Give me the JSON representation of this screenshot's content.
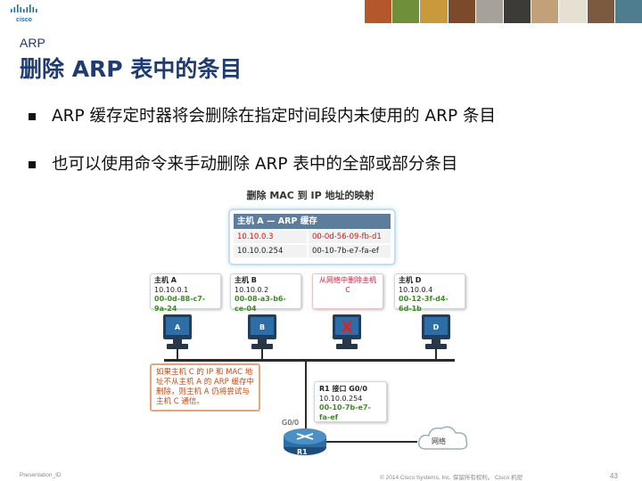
{
  "header": {
    "section_label": "ARP",
    "title": "删除 ARP 表中的条目",
    "photo_colors": [
      "#b4572a",
      "#6f8f3a",
      "#c99a3c",
      "#7a4a2a",
      "#a6a29a",
      "#3d3b38",
      "#c2a079",
      "#e6e0d2",
      "#7b5a40",
      "#4e7d8f"
    ]
  },
  "bullets": [
    "ARP 缓存定时器将会删除在指定时间段内未使用的 ARP 条目",
    "也可以使用命令来手动删除 ARP 表中的全部或部分条目"
  ],
  "diagram": {
    "title": "删除 MAC 到 IP 地址的映射",
    "cache": {
      "title": "主机 A — ARP 缓存",
      "rows": [
        {
          "ip": "10.10.0.3",
          "mac": "00-0d-56-09-fb-d1",
          "removed": true
        },
        {
          "ip": "10.10.0.254",
          "mac": "00-10-7b-e7-fa-ef",
          "removed": false
        }
      ]
    },
    "hosts": [
      {
        "name": "主机 A",
        "ip": "10.10.0.1",
        "mac": "00-0d-88-c7-9a-24",
        "letter": "A"
      },
      {
        "name": "主机 B",
        "ip": "10.10.0.2",
        "mac": "00-08-a3-b6-ce-04",
        "letter": "B"
      },
      {
        "name": "从网络中删除主机",
        "ip": "C",
        "mac": "",
        "letter": ""
      },
      {
        "name": "主机 D",
        "ip": "10.10.0.4",
        "mac": "00-12-3f-d4-6d-1b",
        "letter": "D"
      }
    ],
    "removed_mark": "X",
    "note": "如果主机 C 的 IP 和 MAC 地址不从主机 A 的 ARP 缓存中删除，则主机 A 仍将尝试与主机 C 通信。",
    "router_port": {
      "title": "R1 接口 G0/0",
      "ip": "10.10.0.254",
      "mac": "00-10-7b-e7-fa-ef"
    },
    "g0_label": "G0/0",
    "router_label": "R1",
    "network_label": "网络"
  },
  "footer": {
    "presentation_id": "Presentation_ID",
    "copyright": "© 2014 Cisco Systems, Inc. 保留所有权利。 Cisco 机密",
    "page_number": "43"
  }
}
